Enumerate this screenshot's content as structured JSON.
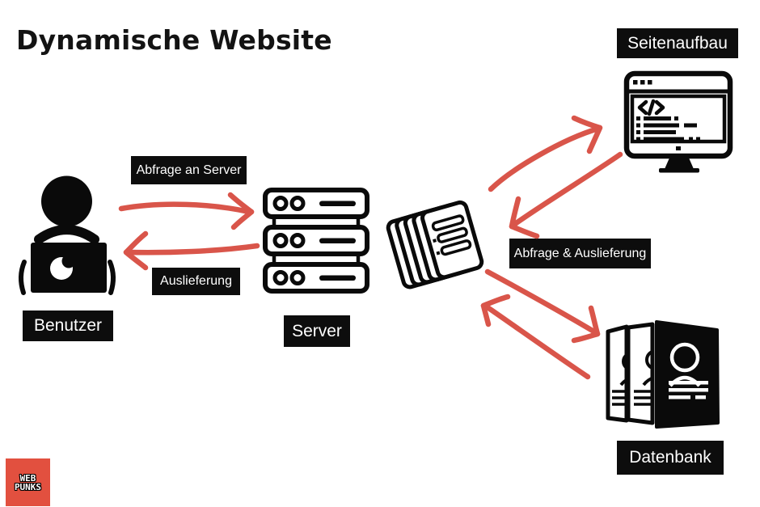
{
  "title": "Dynamische Website",
  "colors": {
    "arrow": "#d9554a",
    "label_bg": "#0d0d0d",
    "label_text": "#ffffff",
    "logo_bg": "#e2503f",
    "ink": "#0a0a0a"
  },
  "nodes": {
    "benutzer": {
      "label": "Benutzer",
      "icon": "user-at-laptop-icon"
    },
    "server": {
      "label": "Server",
      "icon": "server-rack-icon"
    },
    "seitenaufbau": {
      "label": "Seitenaufbau",
      "icon": "monitor-code-icon"
    },
    "datenbank": {
      "label": "Datenbank",
      "icon": "contact-cards-icon"
    },
    "dokumente": {
      "icon": "document-stack-icon"
    }
  },
  "flows": {
    "abfrage_an_server": {
      "label": "Abfrage an Server",
      "from": "Benutzer",
      "to": "Server"
    },
    "auslieferung": {
      "label": "Auslieferung",
      "from": "Server",
      "to": "Benutzer"
    },
    "abfrage_und_auslieferung": {
      "label": "Abfrage & Auslieferung",
      "from": "Dokumente",
      "to": "Seitenaufbau / Datenbank"
    }
  },
  "logo": {
    "line1": "WEB",
    "line2": "PUNKS"
  }
}
